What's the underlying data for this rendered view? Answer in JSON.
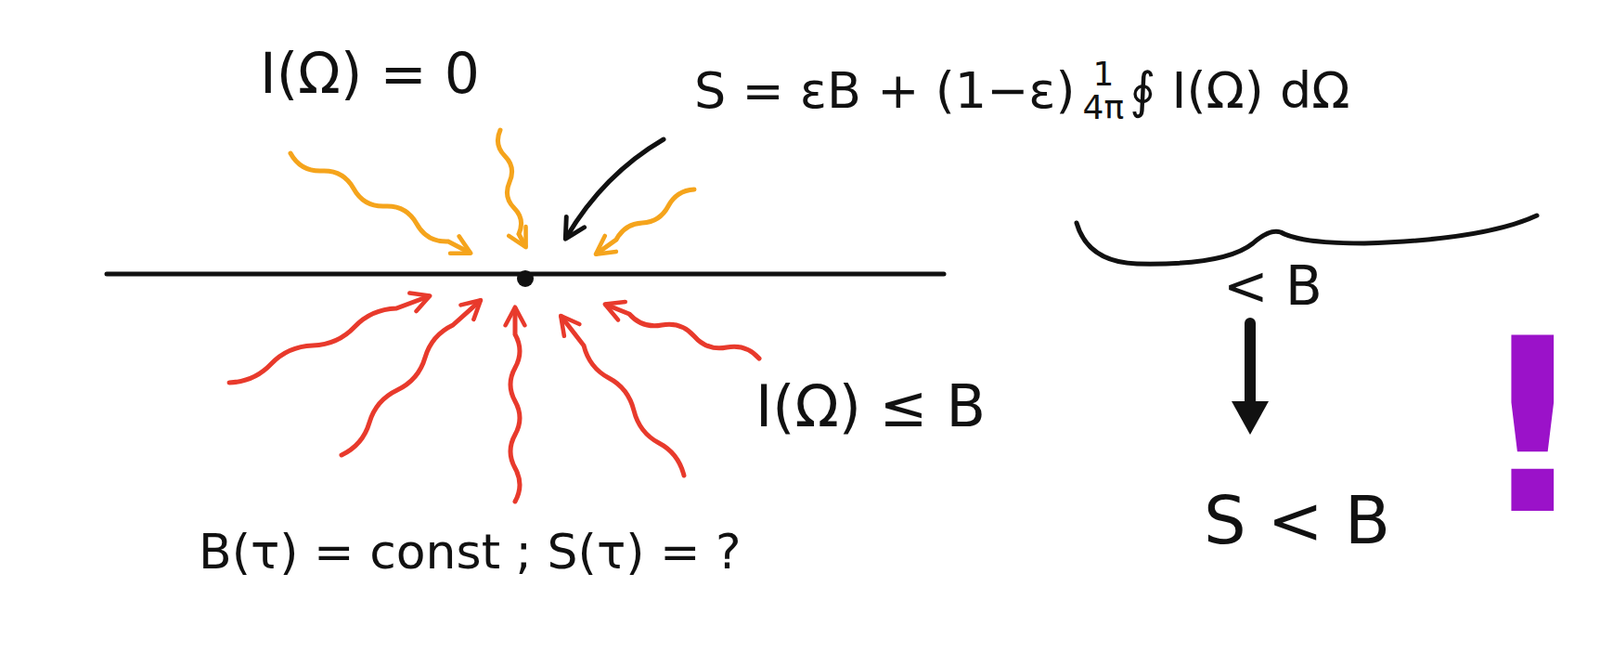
{
  "diagram": {
    "nodes": [
      {
        "text": [
          "I(Ω) ≤ B",
          "B(τ) = const ; S(τ) = ?"
        ]
      },
      {
        "text": [
          "S < B"
        ]
      }
    ],
    "labels": [
      "I(Ω) = 0",
      "S = εB + (1−ε)",
      "1",
      "4π",
      "∮ I(Ω) dΩ",
      "< B",
      "!"
    ]
  }
}
